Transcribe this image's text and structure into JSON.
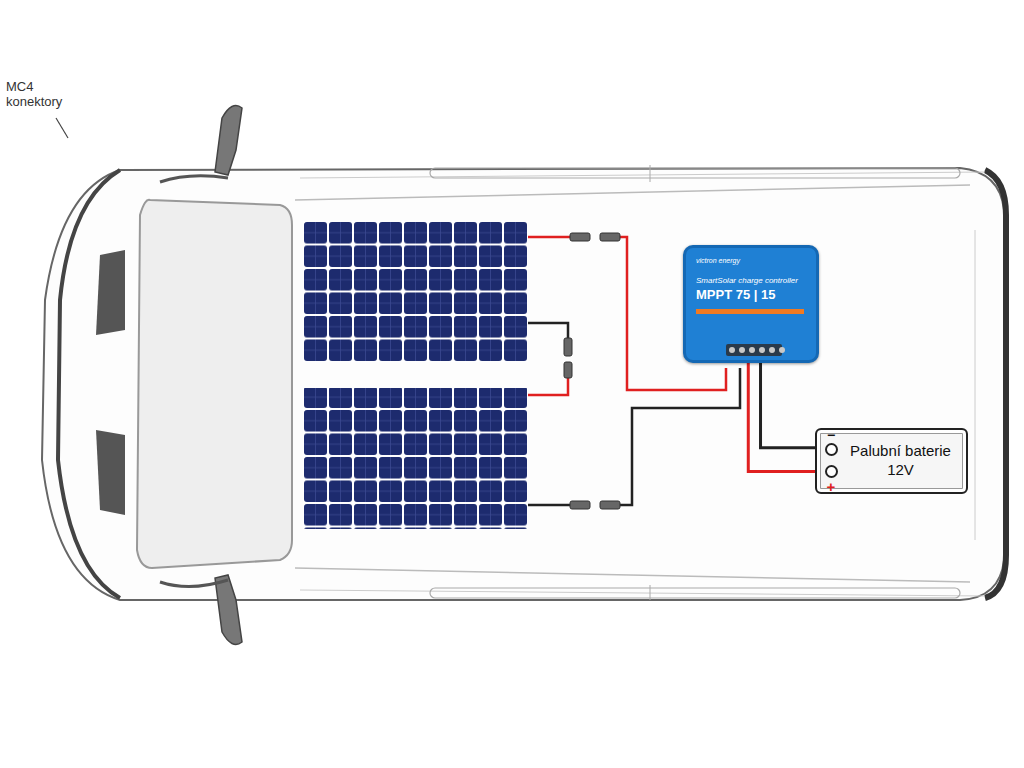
{
  "diagram": {
    "nodes": [
      {
        "text": [
          "victron energy",
          "SmartSolar charge controller",
          "MPPT 75 | 15"
        ]
      },
      {
        "text": [
          "Palubní baterie 12V"
        ]
      }
    ],
    "edges": [
      {
        "from": 0,
        "to": 1,
        "arrow": "none"
      },
      {
        "from": 0,
        "to": 1,
        "arrow": "none"
      }
    ],
    "labels": [
      "MC4 konektory",
      "−",
      "+"
    ]
  }
}
